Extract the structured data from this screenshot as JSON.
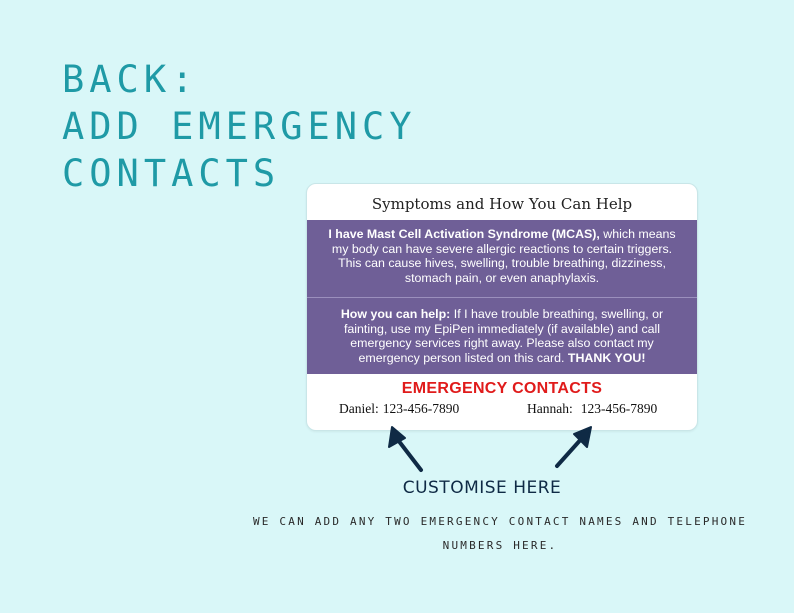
{
  "heading": {
    "line1": "BACK:",
    "line2": "ADD EMERGENCY",
    "line3": "CONTACTS"
  },
  "card": {
    "title": "Symptoms and How You Can Help",
    "panel1": {
      "bold": "I have Mast Cell Activation Syndrome (MCAS),",
      "text": " which means my body can have severe allergic reactions to certain triggers. This can cause hives, swelling, trouble breathing, dizziness, stomach pain, or even anaphylaxis."
    },
    "panel2": {
      "bold": "How you can help:",
      "text": " If I have trouble breathing, swelling, or fainting, use my EpiPen immediately (if available) and call emergency services right away. Please also contact my emergency person listed on this card.",
      "bold_end": "THANK YOU!"
    },
    "emergency_title": "EMERGENCY CONTACTS",
    "contacts": [
      {
        "name": "Daniel:",
        "number": "123-456-7890"
      },
      {
        "name": "Hannah:",
        "number": "123-456-7890"
      }
    ]
  },
  "customise_label": "CUSTOMISE HERE",
  "note": "WE CAN ADD ANY TWO EMERGENCY CONTACT NAMES AND TELEPHONE NUMBERS HERE.",
  "colors": {
    "background": "#d9f7f8",
    "heading": "#1f9aa6",
    "panel": "#6f5f97",
    "emergency": "#e01b1b",
    "arrow": "#0f2a45"
  }
}
